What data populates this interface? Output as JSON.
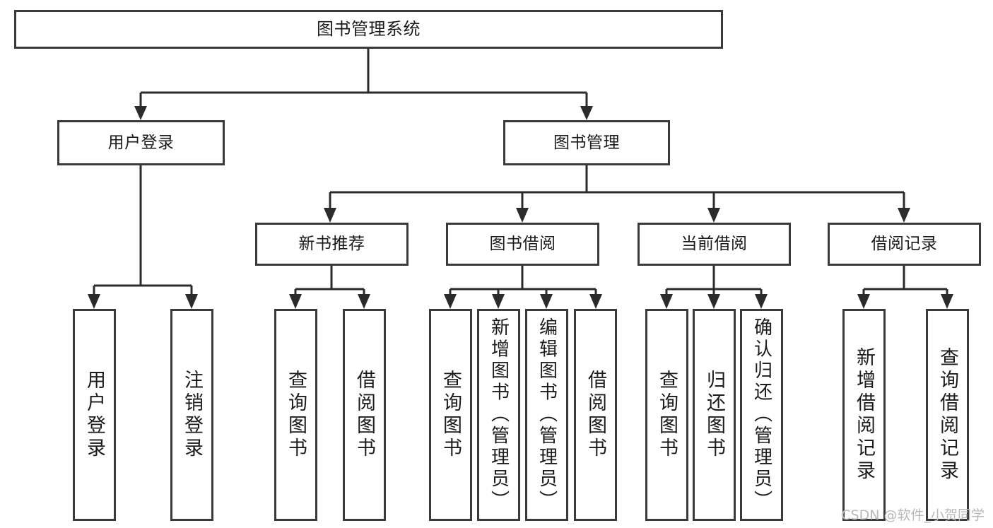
{
  "diagram": {
    "title": "图书管理系统",
    "type": "tree-hierarchy",
    "orientation": "top-down",
    "colors": {
      "box_border": "#3a3a3a",
      "box_fill": "#ffffff",
      "connector": "#2b2b2b",
      "text": "#1b1b1b",
      "watermark": "#b9b9b9",
      "background": "#ffffff"
    }
  },
  "root": {
    "label": "图书管理系统"
  },
  "level2": [
    {
      "label": "用户登录"
    },
    {
      "label": "图书管理"
    }
  ],
  "level3": [
    {
      "label": "新书推荐"
    },
    {
      "label": "图书借阅"
    },
    {
      "label": "当前借阅"
    },
    {
      "label": "借阅记录"
    }
  ],
  "leaves": {
    "user_login": [
      {
        "label": "用户登录"
      },
      {
        "label": "注销登录"
      }
    ],
    "new_book_recommend": [
      {
        "label": "查询图书"
      },
      {
        "label": "借阅图书"
      }
    ],
    "book_borrow": [
      {
        "label": "查询图书"
      },
      {
        "label": "新增图书（管理员）"
      },
      {
        "label": "编辑图书（管理员）"
      },
      {
        "label": "借阅图书"
      }
    ],
    "current_borrow": [
      {
        "label": "查询图书"
      },
      {
        "label": "归还图书"
      },
      {
        "label": "确认归还（管理员）"
      }
    ],
    "borrow_record": [
      {
        "label": "新增借阅记录"
      },
      {
        "label": "查询借阅记录"
      }
    ]
  },
  "watermark": {
    "text": "CSDN @软件_小贺同学"
  }
}
